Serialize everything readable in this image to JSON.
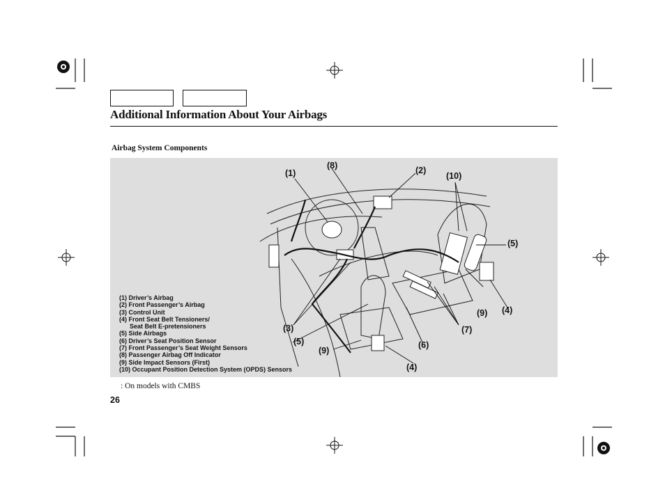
{
  "header": {
    "title": "Additional Information About Your Airbags"
  },
  "section": {
    "subheading": "Airbag System Components"
  },
  "legend": [
    "(1) Driver’s Airbag",
    "(2) Front Passenger’s Airbag",
    "(3) Control Unit",
    "(4) Front Seat Belt Tensioners/",
    "Seat Belt E-pretensioners",
    "(5) Side Airbags",
    "(6) Driver’s Seat Position Sensor",
    "(7) Front Passenger’s Seat Weight Sensors",
    "(8) Passenger Airbag Off Indicator",
    "(9) Side Impact Sensors (First)",
    "(10) Occupant Position Detection System (OPDS) Sensors"
  ],
  "callouts": {
    "c1": "(1)",
    "c8": "(8)",
    "c2": "(2)",
    "c10": "(10)",
    "c5a": "(5)",
    "c9a": "(9)",
    "c4a": "(4)",
    "c3": "(3)",
    "c7": "(7)",
    "c5b": "(5)",
    "c6": "(6)",
    "c9b": "(9)",
    "c4b": "(4)"
  },
  "footnote": ": On models with CMBS",
  "page_number": "26"
}
